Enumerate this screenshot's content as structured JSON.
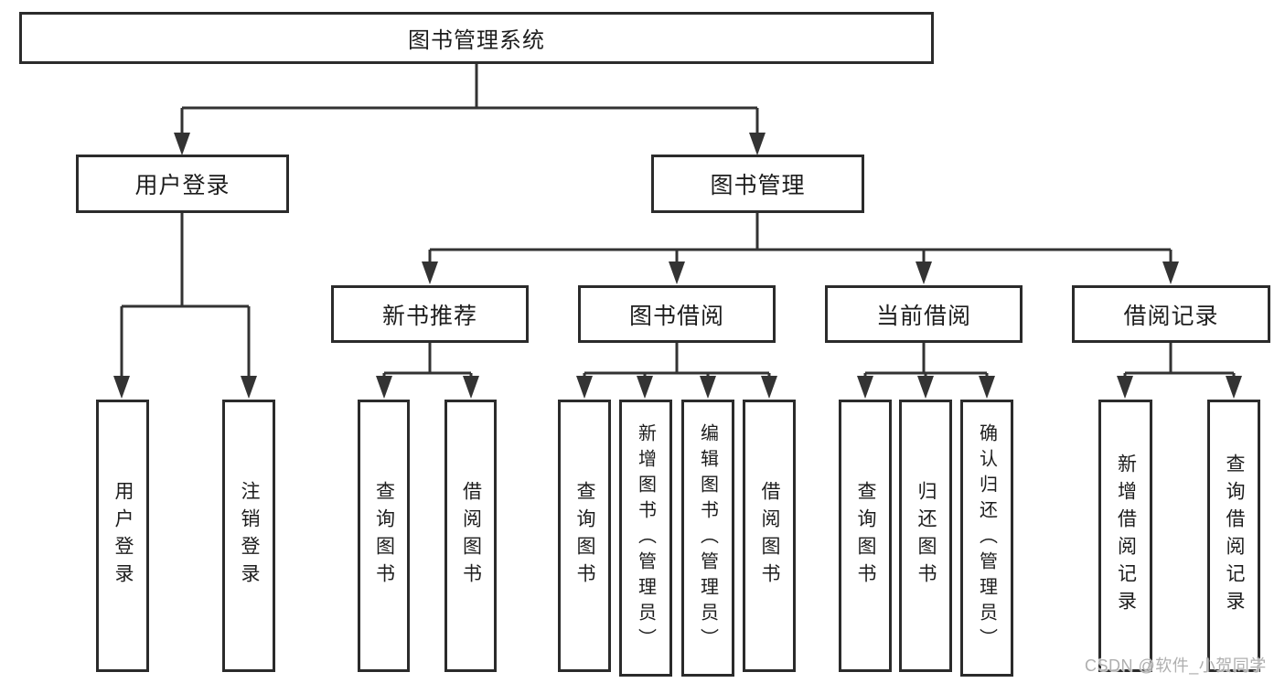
{
  "title": {
    "label": "图书管理系统"
  },
  "level2": {
    "user_login": {
      "label": "用户登录"
    },
    "book_mgmt": {
      "label": "图书管理"
    }
  },
  "level3": {
    "new_books": {
      "label": "新书推荐"
    },
    "borrow": {
      "label": "图书借阅"
    },
    "current": {
      "label": "当前借阅"
    },
    "records": {
      "label": "借阅记录"
    }
  },
  "leaves": {
    "user_login": [
      {
        "label": "用户登录"
      },
      {
        "label": "注销登录"
      }
    ],
    "new_books": [
      {
        "label": "查询图书"
      },
      {
        "label": "借阅图书"
      }
    ],
    "borrow": [
      {
        "label": "查询图书"
      },
      {
        "label": "新增图书（管理员）"
      },
      {
        "label": "编辑图书（管理员）"
      },
      {
        "label": "借阅图书"
      }
    ],
    "current": [
      {
        "label": "查询图书"
      },
      {
        "label": "归还图书"
      },
      {
        "label": "确认归还（管理员）"
      }
    ],
    "records": [
      {
        "label": "新增借阅记录"
      },
      {
        "label": "查询借阅记录"
      }
    ]
  },
  "watermark": {
    "text": "CSDN @软件_小贺同学"
  },
  "colors": {
    "line": "#333333",
    "box_border": "#2b2b2b",
    "text": "#1d1d1d",
    "watermark": "#afafaf",
    "background": "#ffffff"
  }
}
